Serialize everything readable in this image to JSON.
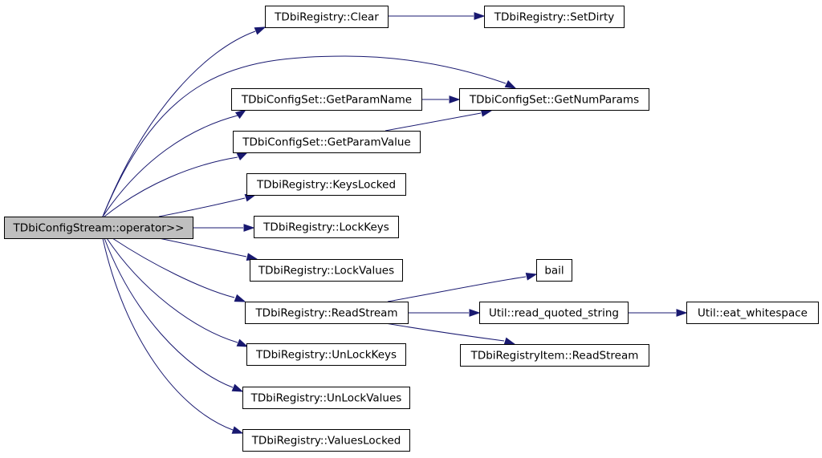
{
  "graph": {
    "nodes": [
      {
        "id": "root",
        "label": "TDbiConfigStream::operator>>",
        "root": true
      },
      {
        "id": "clear",
        "label": "TDbiRegistry::Clear"
      },
      {
        "id": "setdirty",
        "label": "TDbiRegistry::SetDirty"
      },
      {
        "id": "getparamname",
        "label": "TDbiConfigSet::GetParamName"
      },
      {
        "id": "getnumparams",
        "label": "TDbiConfigSet::GetNumParams"
      },
      {
        "id": "getparamvalue",
        "label": "TDbiConfigSet::GetParamValue"
      },
      {
        "id": "keyslocked",
        "label": "TDbiRegistry::KeysLocked"
      },
      {
        "id": "lockkeys",
        "label": "TDbiRegistry::LockKeys"
      },
      {
        "id": "lockvalues",
        "label": "TDbiRegistry::LockValues"
      },
      {
        "id": "bail",
        "label": "bail"
      },
      {
        "id": "readstream",
        "label": "TDbiRegistry::ReadStream"
      },
      {
        "id": "readquoted",
        "label": "Util::read_quoted_string"
      },
      {
        "id": "eatws",
        "label": "Util::eat_whitespace"
      },
      {
        "id": "itemreadstream",
        "label": "TDbiRegistryItem::ReadStream"
      },
      {
        "id": "unlockkeys",
        "label": "TDbiRegistry::UnLockKeys"
      },
      {
        "id": "unlockvalues",
        "label": "TDbiRegistry::UnLockValues"
      },
      {
        "id": "valueslocked",
        "label": "TDbiRegistry::ValuesLocked"
      }
    ],
    "edges": [
      {
        "from": "root",
        "to": "clear"
      },
      {
        "from": "root",
        "to": "getnumparams"
      },
      {
        "from": "root",
        "to": "getparamname"
      },
      {
        "from": "root",
        "to": "getparamvalue"
      },
      {
        "from": "root",
        "to": "keyslocked"
      },
      {
        "from": "root",
        "to": "lockkeys"
      },
      {
        "from": "root",
        "to": "lockvalues"
      },
      {
        "from": "root",
        "to": "readstream"
      },
      {
        "from": "root",
        "to": "unlockkeys"
      },
      {
        "from": "root",
        "to": "unlockvalues"
      },
      {
        "from": "root",
        "to": "valueslocked"
      },
      {
        "from": "clear",
        "to": "setdirty"
      },
      {
        "from": "getparamname",
        "to": "getnumparams"
      },
      {
        "from": "getparamvalue",
        "to": "getnumparams"
      },
      {
        "from": "readstream",
        "to": "bail"
      },
      {
        "from": "readstream",
        "to": "readquoted"
      },
      {
        "from": "readstream",
        "to": "itemreadstream"
      },
      {
        "from": "readquoted",
        "to": "eatws"
      }
    ]
  },
  "colors": {
    "edge": "#191970",
    "root_fill": "#bfbfbf",
    "node_fill": "#ffffff",
    "node_border": "#000000"
  }
}
